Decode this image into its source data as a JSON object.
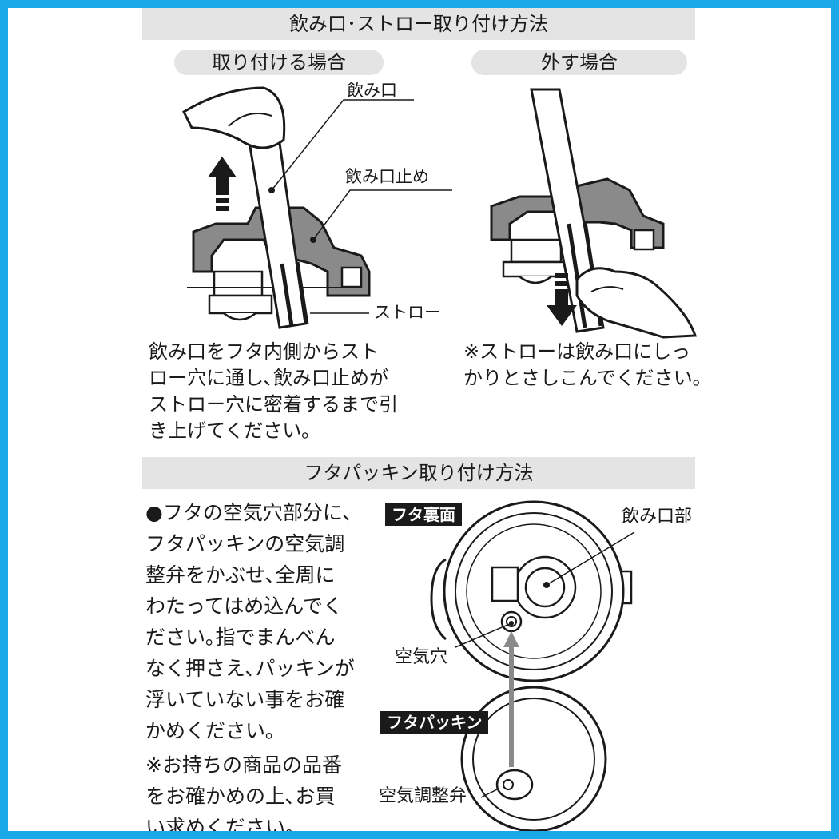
{
  "section1": {
    "title": "飲み口･ストロー取り付け方法",
    "attach": {
      "heading": "取り付ける場合",
      "labels": {
        "mouthpiece": "飲み口",
        "stopper": "飲み口止め",
        "straw": "ストロー"
      },
      "text": "飲み口をフタ内側からスト\nロー穴に通し､飲み口止めが\nストロー穴に密着するまで引\nき上げてください｡"
    },
    "remove": {
      "heading": "外す場合",
      "text": "※ストローは飲み口にしっ\nかりとさしこんでください｡"
    }
  },
  "section2": {
    "title": "フタパッキン取り付け方法",
    "instructions": "●フタの空気穴部分に､\nフタパッキンの空気調\n整弁をかぶせ､全周に\nわたってはめ込んでく\nださい｡指でまんべん\nなく押さえ､パッキンが\n浮いていない事をお確\nかめください｡",
    "note": "※お持ちの商品の品番\nをお確かめの上､お買\nい求めください｡",
    "labels": {
      "lid_back": "フタ裏面",
      "mouth_part": "飲み口部",
      "air_hole": "空気穴",
      "lid_packing": "フタパッキン",
      "air_valve": "空気調整弁"
    }
  },
  "colors": {
    "border": "#1aa9e6",
    "band": "#e4e4e4",
    "ink": "#1a1a1a",
    "lid_gray": "#8a8a8a"
  }
}
